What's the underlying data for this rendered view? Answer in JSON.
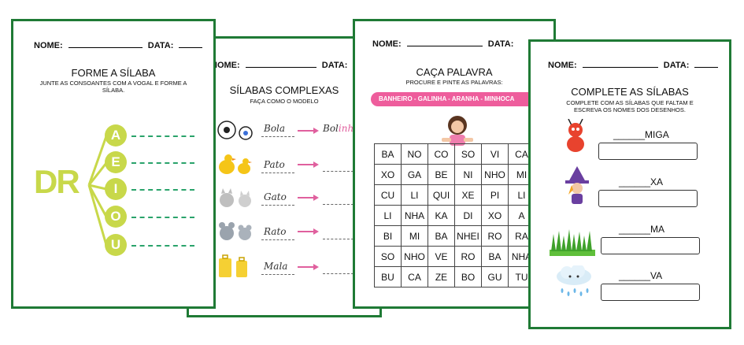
{
  "sheet1": {
    "header": {
      "nome": "NOME:",
      "data": "DATA:"
    },
    "title": "FORME A SÍLABA",
    "subtitle": "JUNTE AS CONSOANTES COM A VOGAL E FORME A SÍLABA.",
    "consonants": "DR",
    "vowels": [
      "A",
      "E",
      "I",
      "O",
      "U"
    ],
    "colors": {
      "vowel": "#c8d84a",
      "consonant": "#c8d84a",
      "line": "#2aa36b"
    }
  },
  "sheet2": {
    "header": {
      "nome": "NOME:",
      "data": "DATA:"
    },
    "title": "SÍLABAS COMPLEXAS",
    "subtitle": "FAÇA COMO O MODELO",
    "words": [
      "Bola",
      "Pato",
      "Gato",
      "Rato",
      "Mala"
    ],
    "model_answer": "Bolinha",
    "images": [
      "soccer-ball-icon",
      "duck-icon",
      "cat-icon",
      "mouse-icon",
      "suitcase-icon"
    ]
  },
  "sheet3": {
    "header": {
      "nome": "NOME:",
      "data": "DATA:"
    },
    "title": "CAÇA PALAVRA",
    "subtitle": "PROCURE E PINTE AS PALAVRAS:",
    "word_list": "BANHEIRO - GALINHA - ARANHA - MINHOCA",
    "grid": [
      [
        "BA",
        "NO",
        "CO",
        "SO",
        "VI",
        "CA"
      ],
      [
        "XO",
        "GA",
        "BE",
        "NI",
        "NHO",
        "MI"
      ],
      [
        "CU",
        "LI",
        "QUI",
        "XE",
        "PI",
        "LI"
      ],
      [
        "LI",
        "NHA",
        "KA",
        "DI",
        "XO",
        "A"
      ],
      [
        "BI",
        "MI",
        "BA",
        "NHEI",
        "RO",
        "RA"
      ],
      [
        "SO",
        "NHO",
        "VE",
        "RO",
        "BA",
        "NHA"
      ],
      [
        "BU",
        "CA",
        "ZE",
        "BO",
        "GU",
        "TU"
      ]
    ],
    "colors": {
      "pill": "#ee5d9c"
    }
  },
  "sheet4": {
    "header": {
      "nome": "NOME:",
      "data": "DATA:"
    },
    "title": "COMPLETE AS SÍLABAS",
    "subtitle": "COMPLETE COM AS SÍLABAS QUE FALTAM E ESCREVA OS NOMES DOS DESENHOS.",
    "items": [
      {
        "text": "______MIGA",
        "icon": "ant-icon"
      },
      {
        "text": "______XA",
        "icon": "witch-icon"
      },
      {
        "text": "______MA",
        "icon": "grass-icon"
      },
      {
        "text": "______VA",
        "icon": "rain-cloud-icon"
      }
    ]
  }
}
